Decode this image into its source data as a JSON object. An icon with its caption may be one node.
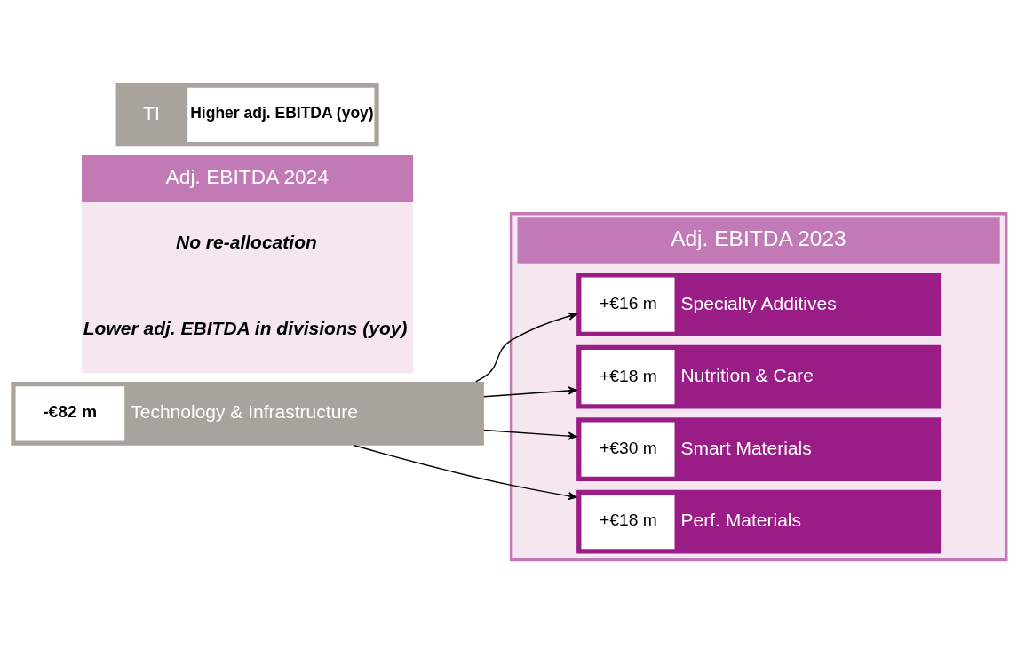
{
  "diagram": {
    "nodes": [
      {
        "text": [
          "Adj. EBITDA 2023"
        ]
      },
      {
        "text": [
          "+€16 m",
          "Specialty Additives"
        ],
        "in": 0
      },
      {
        "text": [
          "+€18 m",
          "Nutrition & Care"
        ],
        "in": 0
      },
      {
        "text": [
          "+€30 m",
          "Smart Materials"
        ],
        "in": 0
      },
      {
        "text": [
          "+€18 m",
          "Perf. Materials"
        ],
        "in": 0
      },
      {
        "text": [
          "-€82 m",
          "Technology & Infrastructure"
        ]
      },
      {
        "text": [
          "Adj. EBITDA 2024",
          "No re-allocation",
          "Lower adj. EBITDA in divisions (yoy)"
        ]
      },
      {
        "text": [
          "TI",
          "Higher adj. EBITDA (yoy)"
        ]
      }
    ],
    "edges": [
      {
        "from": 5,
        "to": 1,
        "arrow": "to"
      },
      {
        "from": 5,
        "to": 2,
        "arrow": "to"
      },
      {
        "from": 5,
        "to": 3,
        "arrow": "to"
      },
      {
        "from": 5,
        "to": 4,
        "arrow": "to"
      }
    ]
  }
}
